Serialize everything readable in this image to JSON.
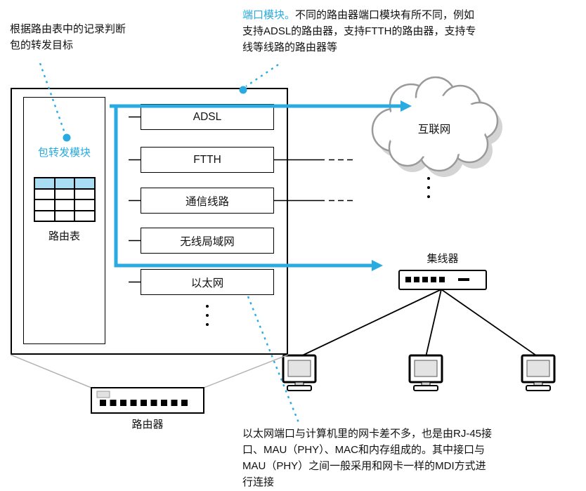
{
  "palette": {
    "accent": "#29abe2",
    "table_header_fill": "#a9ddf3"
  },
  "annotations": {
    "forwarding": {
      "line1": "根据路由表中的记录判断",
      "line2": "包的转发目标"
    },
    "port_module": {
      "highlight": "端口模块。",
      "line1_rest": "不同的路由器端口模块有所不同，例如",
      "line2": "支持ADSL的路由器，支持FTTH的路由器，支持专",
      "line3": "线等线路的路由器等"
    },
    "ethernet": {
      "line1": "以太网端口与计算机里的网卡差不多，也是由RJ-45接",
      "line2": "口、MAU（PHY）、MAC和内存组成的。其中接口与",
      "line3": "MAU（PHY）之间一般采用和网卡一样的MDI方式进",
      "line4": "行连接"
    }
  },
  "router": {
    "forwarding_module_label": "包转发模块",
    "routing_table_label": "路由表",
    "device_label": "路由器",
    "ports": [
      "ADSL",
      "FTTH",
      "通信线路",
      "无线局域网",
      "以太网"
    ]
  },
  "network": {
    "internet_label": "互联网",
    "hub_label": "集线器"
  }
}
